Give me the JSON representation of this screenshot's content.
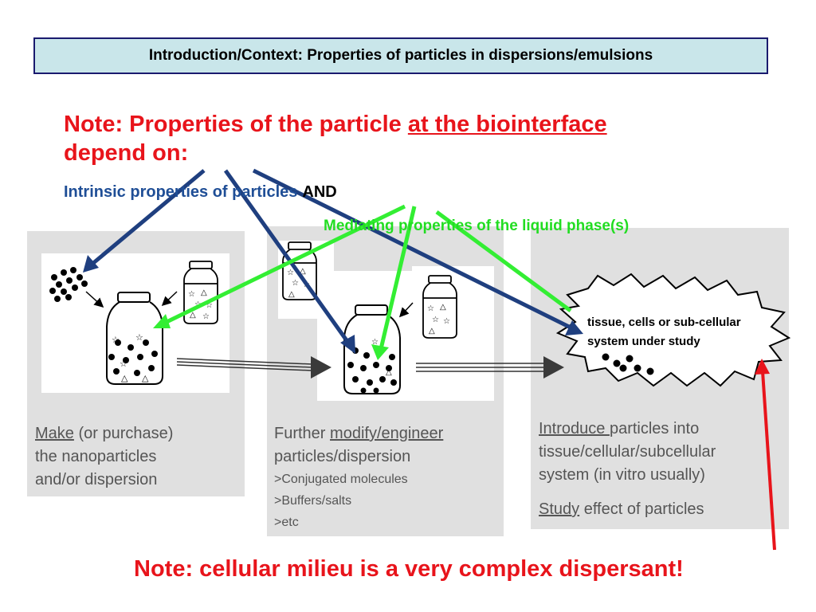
{
  "title": "Introduction/Context: Properties of particles in dispersions/emulsions",
  "note_top": {
    "prefix": "Note: Properties of the particle ",
    "underlined": "at the biointerface",
    "suffix": "depend on:"
  },
  "intrinsic": {
    "label": "Intrinsic properties of particles",
    "and": "AND"
  },
  "mediating": "Mediating properties of  the liquid phase(s)",
  "step1": {
    "make": "Make",
    "rest1": " (or purchase)",
    "line2": "the nanoparticles",
    "line3": "and/or dispersion"
  },
  "step2": {
    "further": "Further ",
    "modify": "modify/engineer",
    "line2": "particles/dispersion",
    "items": [
      ">Conjugated molecules",
      ">Buffers/salts",
      ">etc"
    ]
  },
  "step3": {
    "introduce": "Introduce ",
    "rest1": "particles into",
    "line2": "tissue/cellular/subcellular",
    "line3": "system (in vitro usually)",
    "study": "Study",
    "study_rest": " effect of particles"
  },
  "burst": {
    "line1": "tissue, cells or sub-cellular",
    "line2": "system under study"
  },
  "note_bottom": "Note: cellular milieu is a very complex dispersant!",
  "colors": {
    "red": "#e8141b",
    "blue_arrow": "#1f3f7f",
    "green_arrow": "#33ee33",
    "panel": "#e0e0e0"
  }
}
